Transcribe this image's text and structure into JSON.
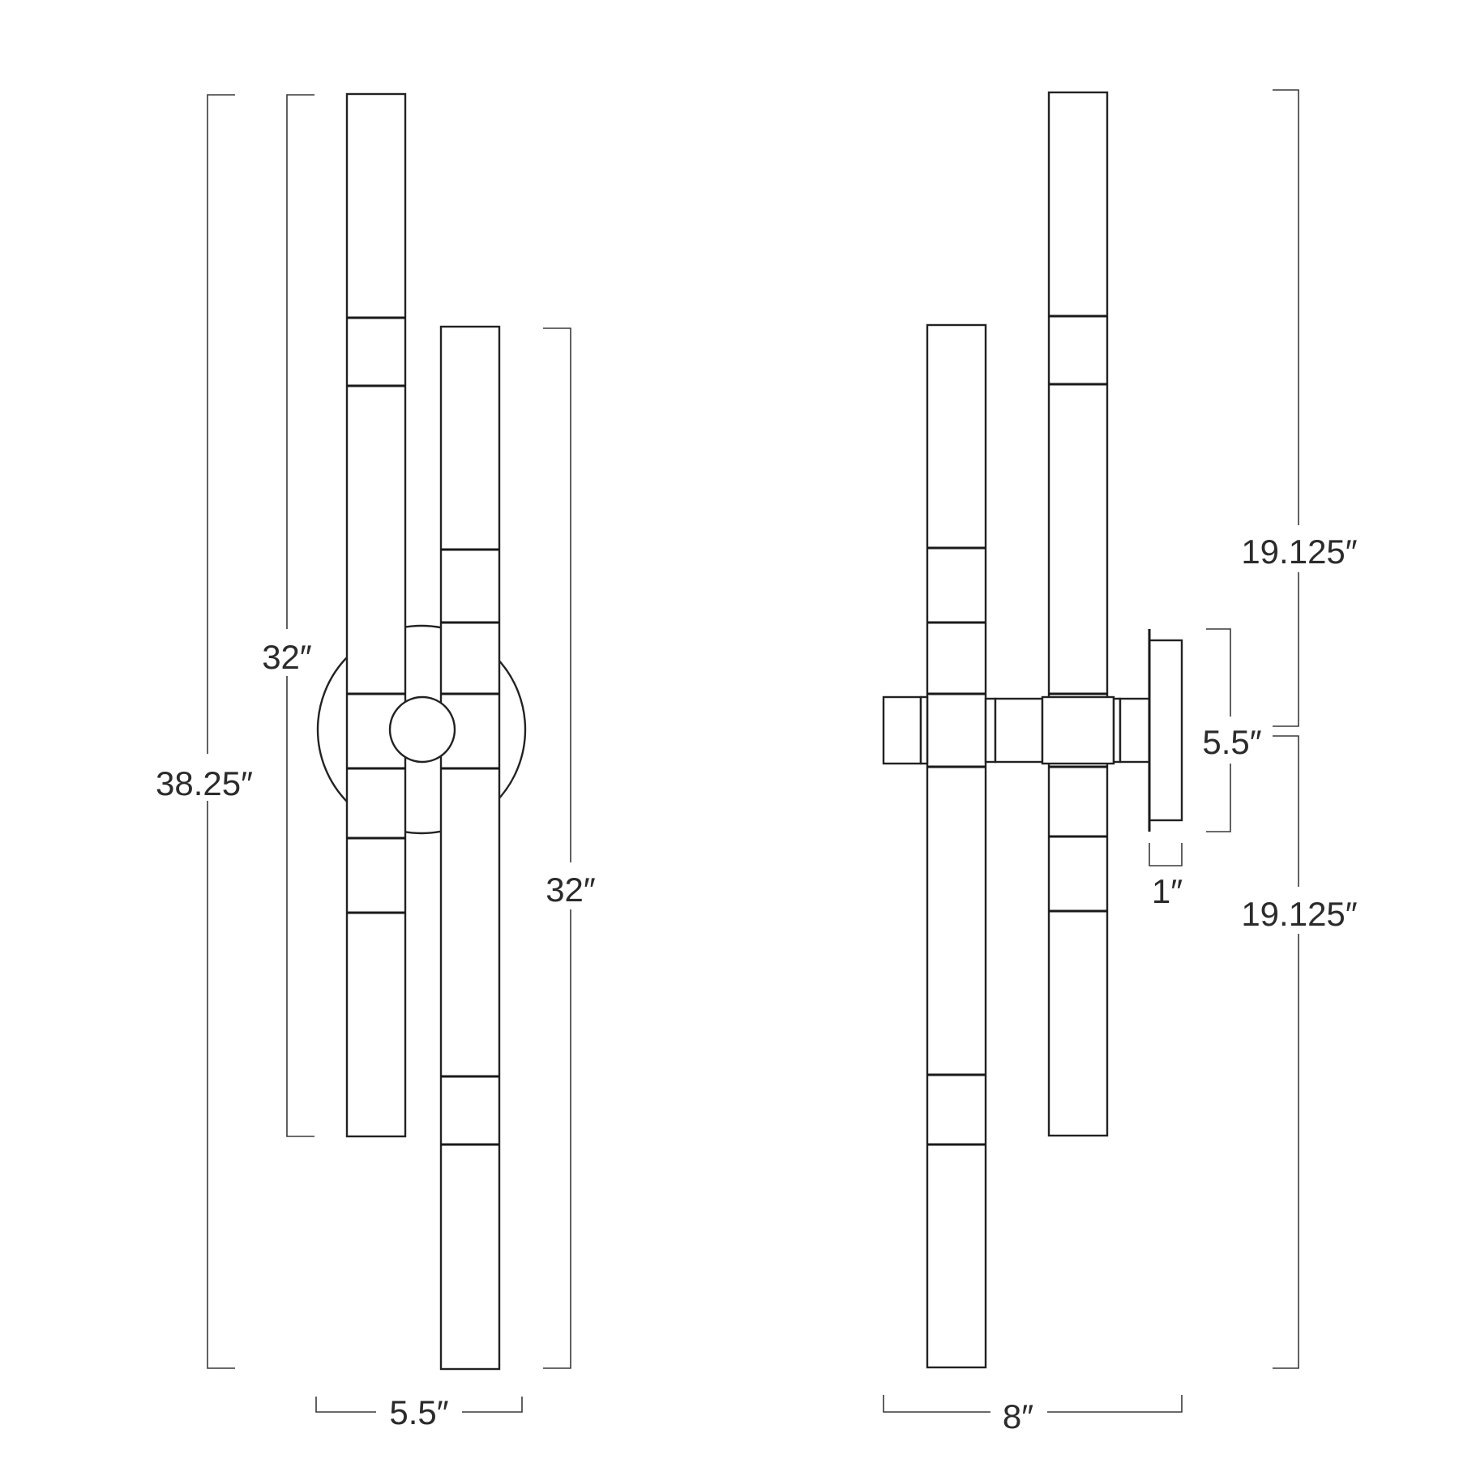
{
  "colors": {
    "line": "#222222",
    "background": "#ffffff",
    "text": "#2b2b2b"
  },
  "front_view": {
    "overall_height": "38.25″",
    "upper_arm_height": "32″",
    "lower_arm_height": "32″",
    "width": "5.5″"
  },
  "side_view": {
    "upper_height": "19.125″",
    "lower_height": "19.125″",
    "backplate_height": "5.5″",
    "backplate_depth": "1″",
    "depth": "8″"
  }
}
